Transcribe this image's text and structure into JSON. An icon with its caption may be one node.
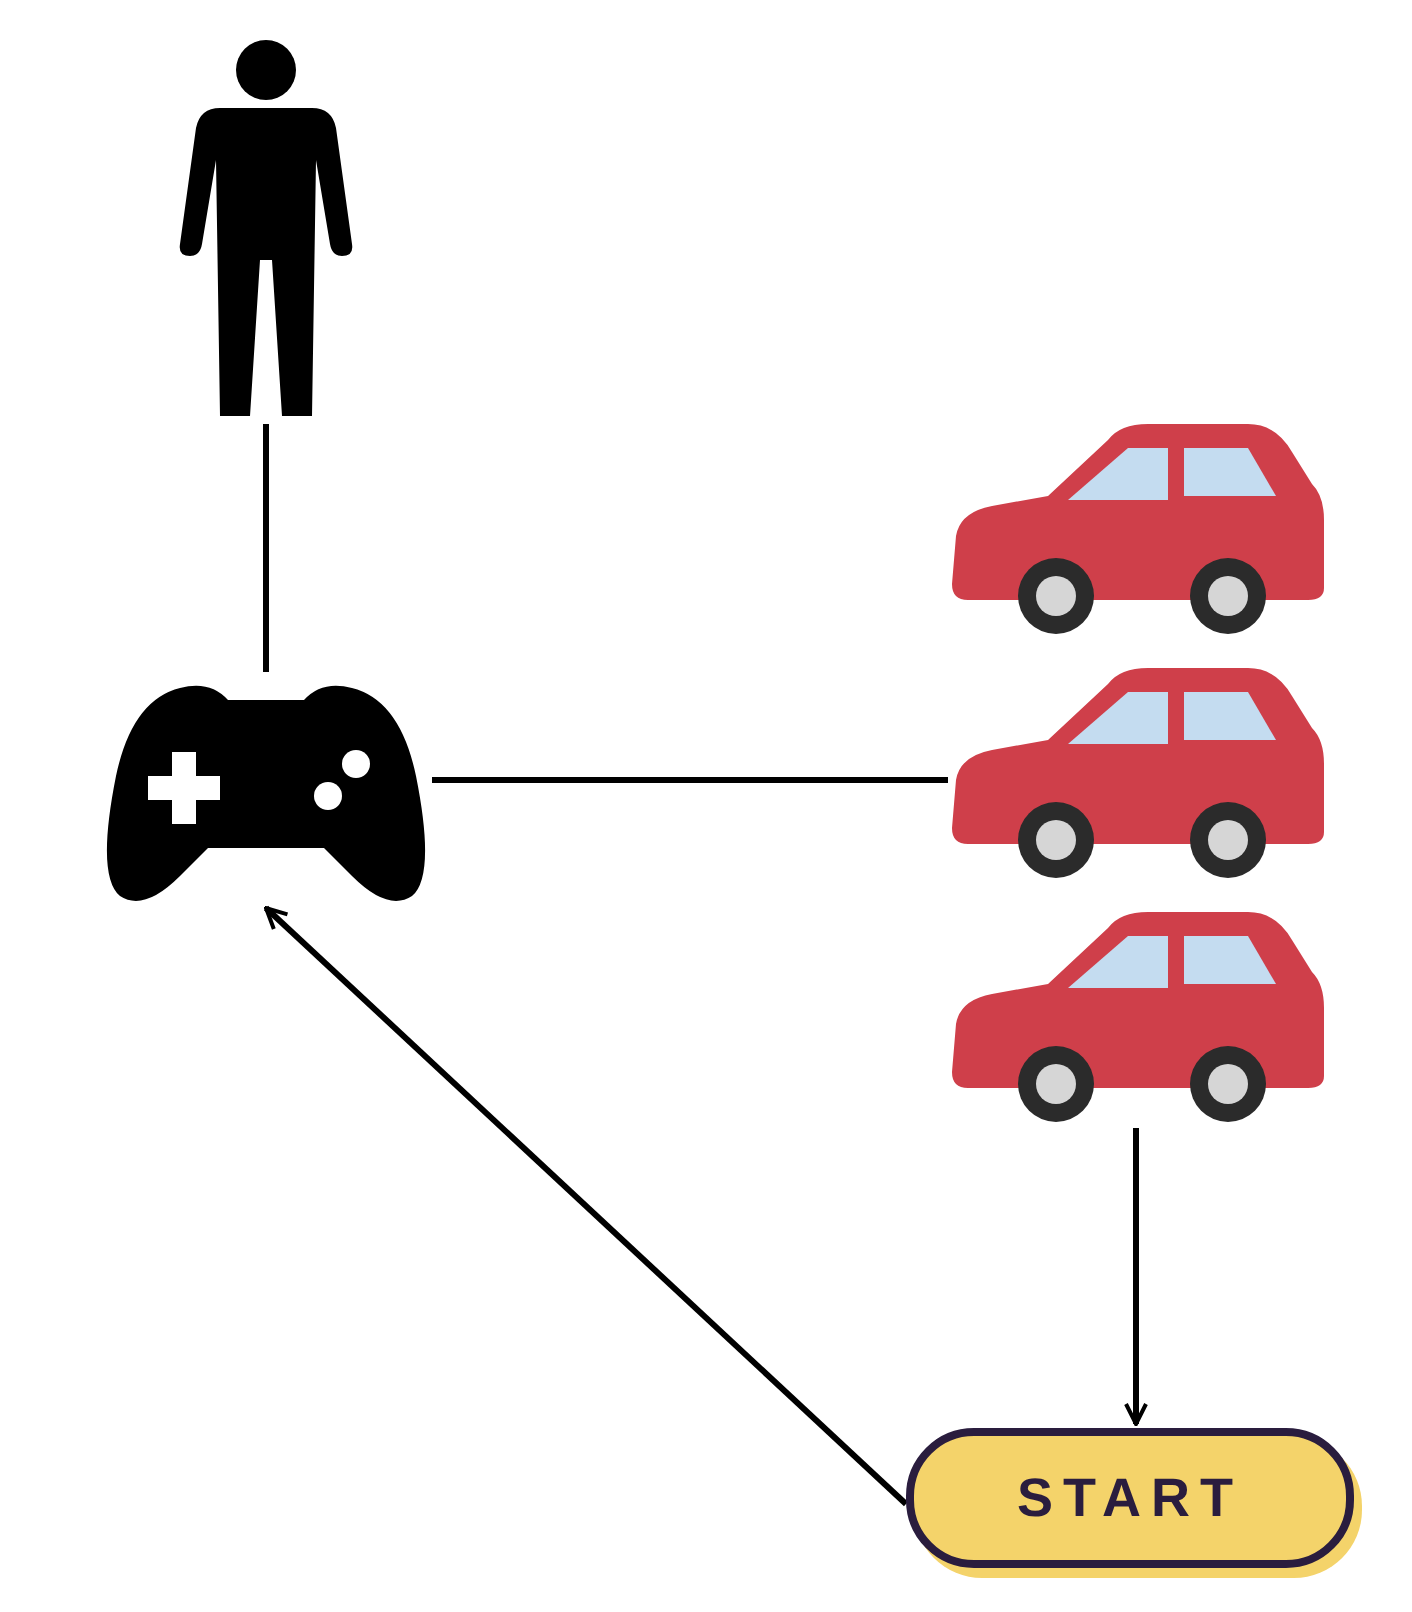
{
  "diagram": {
    "nodes": [
      {
        "text": [],
        "shape": "person"
      },
      {
        "text": [],
        "shape": "gamepad"
      },
      {
        "text": [],
        "shape": "car"
      },
      {
        "text": [],
        "shape": "car"
      },
      {
        "text": [],
        "shape": "car"
      },
      {
        "text": [
          "START"
        ]
      }
    ],
    "edges": [
      {
        "from": 0,
        "to": 1,
        "arrow": "none"
      },
      {
        "from": 1,
        "to": 3,
        "arrow": "none"
      },
      {
        "from": 4,
        "to": 5,
        "arrow": "to"
      },
      {
        "from": 5,
        "to": 1,
        "arrow": "to"
      }
    ]
  }
}
